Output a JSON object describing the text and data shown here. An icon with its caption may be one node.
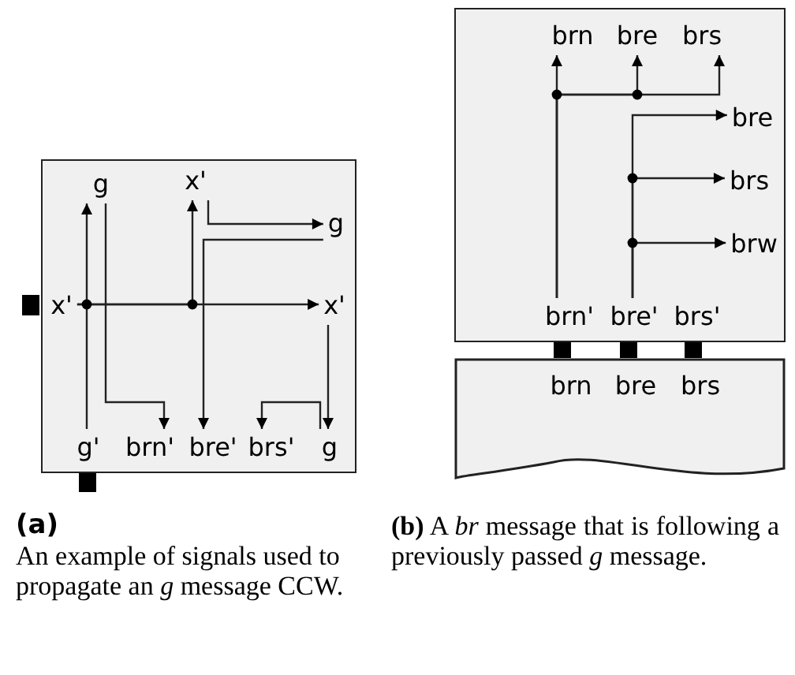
{
  "diagram": {
    "nodes": [
      {
        "text": [],
        "shape": "box"
      },
      {
        "text": [
          "g"
        ],
        "in": 0
      },
      {
        "text": [
          "x'"
        ],
        "in": 0
      },
      {
        "text": [
          "g"
        ],
        "in": 0
      },
      {
        "text": [
          "x'"
        ],
        "in": 0
      },
      {
        "text": [
          "x'"
        ],
        "in": 0
      },
      {
        "text": [
          "g'"
        ],
        "in": 0
      },
      {
        "text": [
          "brn'"
        ],
        "in": 0
      },
      {
        "text": [
          "bre'"
        ],
        "in": 0
      },
      {
        "text": [
          "brs'"
        ],
        "in": 0
      },
      {
        "text": [
          "g"
        ],
        "in": 0
      },
      {
        "text": [],
        "shape": "box"
      },
      {
        "text": [
          "brn"
        ],
        "in": 11
      },
      {
        "text": [
          "bre"
        ],
        "in": 11
      },
      {
        "text": [
          "brs"
        ],
        "in": 11
      },
      {
        "text": [
          "bre"
        ],
        "in": 11
      },
      {
        "text": [
          "brs"
        ],
        "in": 11
      },
      {
        "text": [
          "brw"
        ],
        "in": 11
      },
      {
        "text": [
          "brn'"
        ],
        "in": 11
      },
      {
        "text": [
          "bre'"
        ],
        "in": 11
      },
      {
        "text": [
          "brs'"
        ],
        "in": 11
      },
      {
        "text": [
          "brn",
          "bre",
          "brs"
        ]
      }
    ],
    "edges": [
      {
        "from": 6,
        "to": 1,
        "arrow": "to"
      },
      {
        "from": 1,
        "to": 7,
        "arrow": "to"
      },
      {
        "from": 4,
        "to": 5,
        "arrow": "to"
      },
      {
        "from": 4,
        "to": 2,
        "arrow": "to"
      },
      {
        "from": 2,
        "to": 3,
        "arrow": "to"
      },
      {
        "from": 3,
        "to": 8,
        "arrow": "to"
      },
      {
        "from": 5,
        "to": 10,
        "arrow": "to"
      },
      {
        "from": 10,
        "to": 9,
        "arrow": "to"
      },
      {
        "from": 18,
        "to": 12,
        "arrow": "to"
      },
      {
        "from": 18,
        "to": 13,
        "arrow": "to"
      },
      {
        "from": 18,
        "to": 14,
        "arrow": "to"
      },
      {
        "from": 19,
        "to": 15,
        "arrow": "to"
      },
      {
        "from": 19,
        "to": 16,
        "arrow": "to"
      },
      {
        "from": 19,
        "to": 17,
        "arrow": "to"
      }
    ],
    "labels": [
      "(a)",
      "An example of signals used to propagate an *g* message CCW.",
      "**(b)** A *br* message that is following a previously passed *g* message."
    ]
  }
}
